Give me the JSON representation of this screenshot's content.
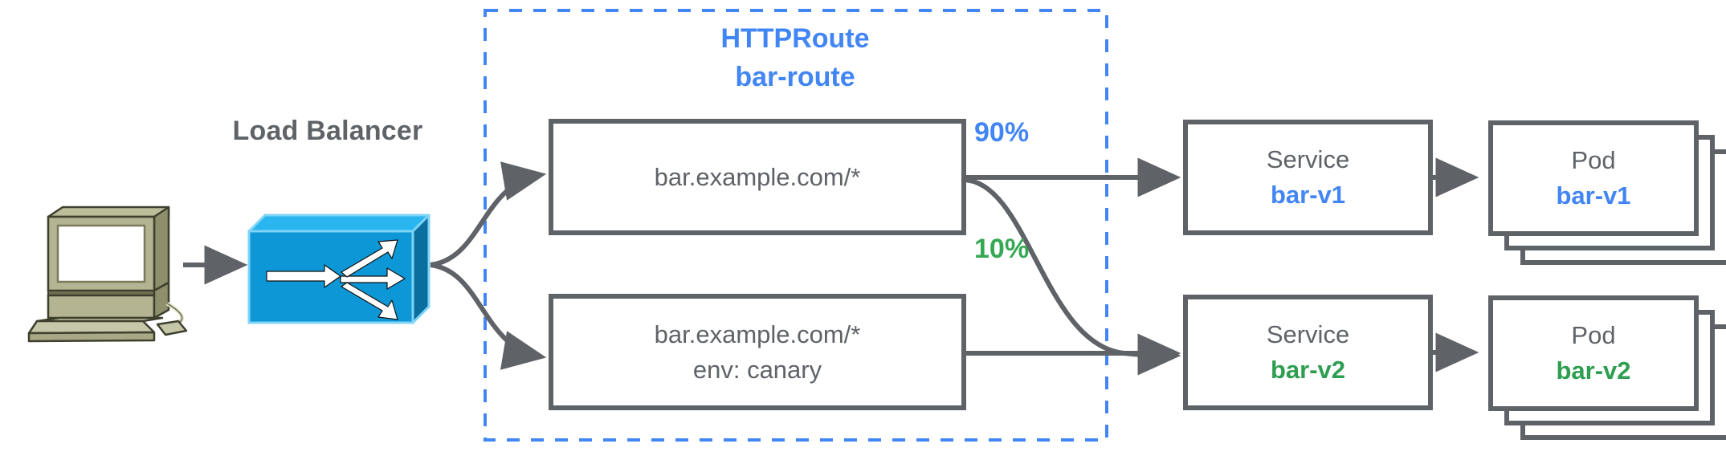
{
  "diagram": {
    "title_load_balancer": "Load Balancer",
    "httproute": {
      "kind_label": "HTTPRoute",
      "name_label": "bar-route",
      "color": "#4285F4",
      "border_style": "dashed"
    },
    "client": {
      "icon": "workstation-computer-icon",
      "colors": {
        "body": "#a8a884",
        "screen": "#ffffff",
        "shade": "#8d8d6b"
      }
    },
    "load_balancer": {
      "icon": "load-balancer-switch-icon",
      "colors": {
        "front": "#0d97d6",
        "top": "#29b6f0",
        "side": "#0a6f9e",
        "arrows": "#ffffff"
      }
    },
    "match_rules": [
      {
        "id": "rule-primary",
        "lines": [
          "bar.example.com/*"
        ]
      },
      {
        "id": "rule-canary",
        "lines": [
          "bar.example.com/*",
          "env: canary"
        ]
      }
    ],
    "weights": [
      {
        "label": "90%",
        "color": "#4285F4",
        "target": "bar-v1"
      },
      {
        "label": "10%",
        "color": "#34A853",
        "target": "bar-v2"
      }
    ],
    "services": [
      {
        "kind": "Service",
        "name": "bar-v1",
        "color": "#4285F4"
      },
      {
        "kind": "Service",
        "name": "bar-v2",
        "color": "#2E9E50"
      }
    ],
    "pods": [
      {
        "kind": "Pod",
        "name": "bar-v1",
        "color": "#4285F4",
        "stack_count": 3
      },
      {
        "kind": "Pod",
        "name": "bar-v2",
        "color": "#2E9E50",
        "stack_count": 3
      }
    ],
    "stroke_color": "#5f6368"
  }
}
